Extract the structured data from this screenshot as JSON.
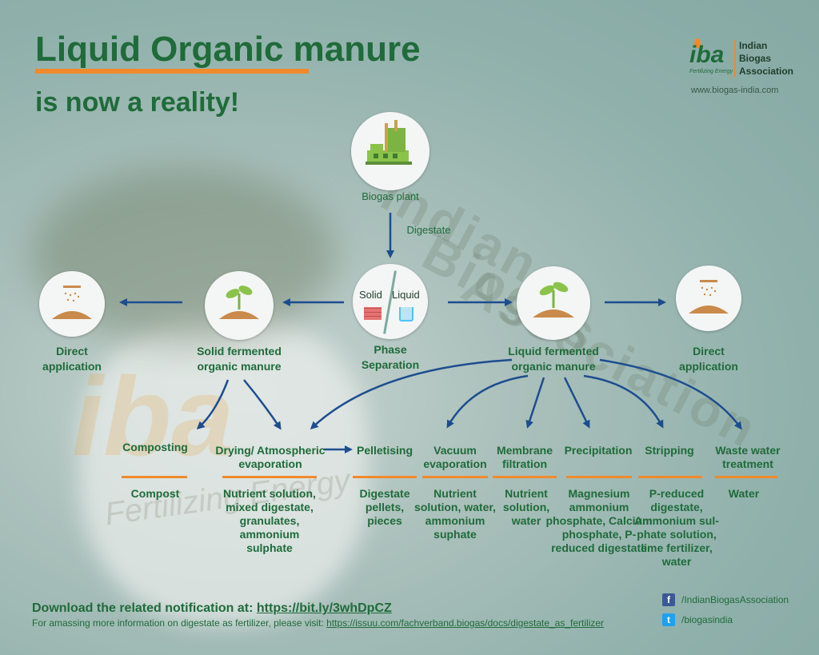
{
  "header": {
    "title_line1": "Liquid Organic manure",
    "title_line2": "is now a reality!"
  },
  "logo": {
    "mark": "iba",
    "tagline": "Fertilizing Energy",
    "org_line1": "Indian",
    "org_line2": "Biogas",
    "org_line3": "Association",
    "website": "www.biogas-india.com"
  },
  "watermark": {
    "line1": "Indian",
    "line2": "Biogas",
    "line3": "Association",
    "mark": "iba",
    "tagline": "Fertilizing Energy"
  },
  "nodes": {
    "biogas_plant": "Biogas plant",
    "digestate": "Digestate",
    "phase_solid": "Solid",
    "phase_liquid": "Liquid",
    "phase_sep_line1": "Phase",
    "phase_sep_line2": "Separation",
    "solid_line1": "Solid fermented",
    "solid_line2": "organic manure",
    "liquid_line1": "Liquid fermented",
    "liquid_line2": "organic manure",
    "direct_left_line1": "Direct",
    "direct_left_line2": "application",
    "direct_right_line1": "Direct",
    "direct_right_line2": "application"
  },
  "processes": [
    {
      "name": "Composting",
      "output": "Compost"
    },
    {
      "name": "Drying/ Atmospheric evaporation",
      "output": "Nutrient solution, mixed digestate, granulates, ammonium sulphate"
    },
    {
      "name": "Pelletising",
      "output": "Digestate pellets, pieces"
    },
    {
      "name": "Vacuum evaporation",
      "output": "Nutrient solution, water, ammonium suphate"
    },
    {
      "name": "Membrane filtration",
      "output": "Nutrient solution, water"
    },
    {
      "name": "Precipitation",
      "output": "Magnesium ammonium phosphate, Calcium phosphate, P-reduced digestate"
    },
    {
      "name": "Stripping",
      "output": "P-reduced digestate, Ammonium sul-phate solution, lime fertilizer, water"
    },
    {
      "name": "Waste water treatment",
      "output": "Water"
    }
  ],
  "footer": {
    "download_text": "Download the related notification at:",
    "download_link": "https://bit.ly/3whDpCZ",
    "info_text": "For amassing more information on digestate as fertilizer, please visit:",
    "info_link": "https://issuu.com/fachverband.biogas/docs/digestate_as_fertilizer"
  },
  "social": {
    "facebook": "/IndianBiogasAssociation",
    "twitter": "/biogasindia"
  },
  "colors": {
    "brand_green": "#1f6b3a",
    "accent_orange": "#f08a2c",
    "arrow_blue": "#1d4d8f"
  }
}
